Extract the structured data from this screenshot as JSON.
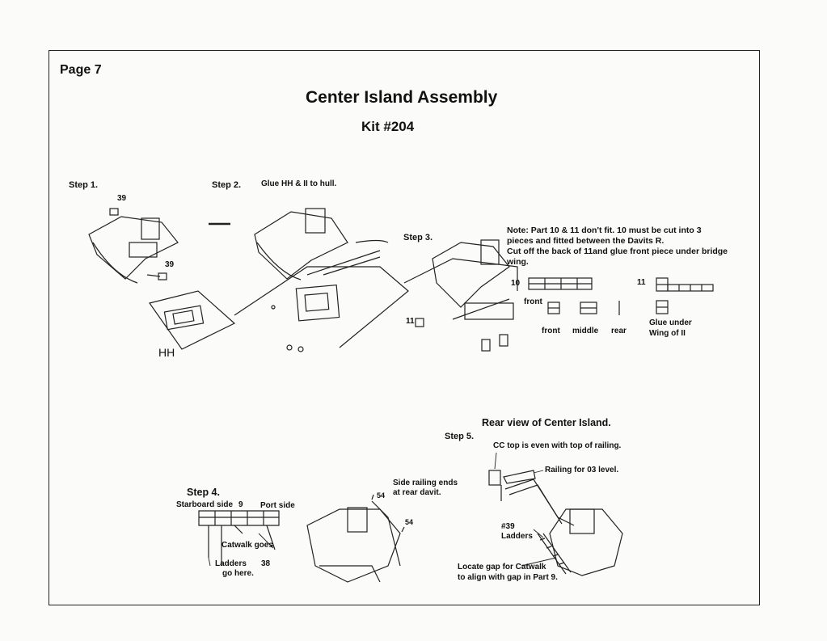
{
  "page": {
    "label": "Page 7",
    "title": "Center Island Assembly",
    "kit": "Kit #204"
  },
  "steps": {
    "step1": {
      "label": "Step 1.",
      "part_a": "39",
      "part_b": "39",
      "part_hh": "HH"
    },
    "step2": {
      "label": "Step 2.",
      "text": "Glue HH & II to hull."
    },
    "step3": {
      "label": "Step 3.",
      "part_11": "11",
      "note_line1": "Note: Part 10 & 11  don't fit. 10 must be cut into 3",
      "note_line2": "pieces and fitted between the Davits R.",
      "note_line3": "Cut off the back of 11and glue front piece under bridge",
      "note_line4": "wing.",
      "part_10_label": "10",
      "part_11_label": "11",
      "front_a": "front",
      "front_b": "front",
      "middle": "middle",
      "rear": "rear",
      "glue_under": "Glue under",
      "wing_of": "Wing of II"
    },
    "step4": {
      "label": "Step 4.",
      "starboard": "Starboard side",
      "part_9": "9",
      "port": "Port side",
      "catwalk": "Catwalk goes",
      "ladders": "Ladders",
      "part_38": "38",
      "go_here": "go here.",
      "side_railing_1": "Side railing ends",
      "side_railing_2": "at rear davit.",
      "part_54a": "54",
      "part_54b": "54"
    },
    "step5": {
      "heading": "Rear view of Center  Island.",
      "label": "Step 5.",
      "cc_top": "CC top is even with top of railing.",
      "railing": "Railing  for 03 level.",
      "part_39": "#39",
      "ladders": "Ladders",
      "locate_1": "Locate gap for Catwalk",
      "locate_2": "to align with gap in Part 9."
    }
  }
}
